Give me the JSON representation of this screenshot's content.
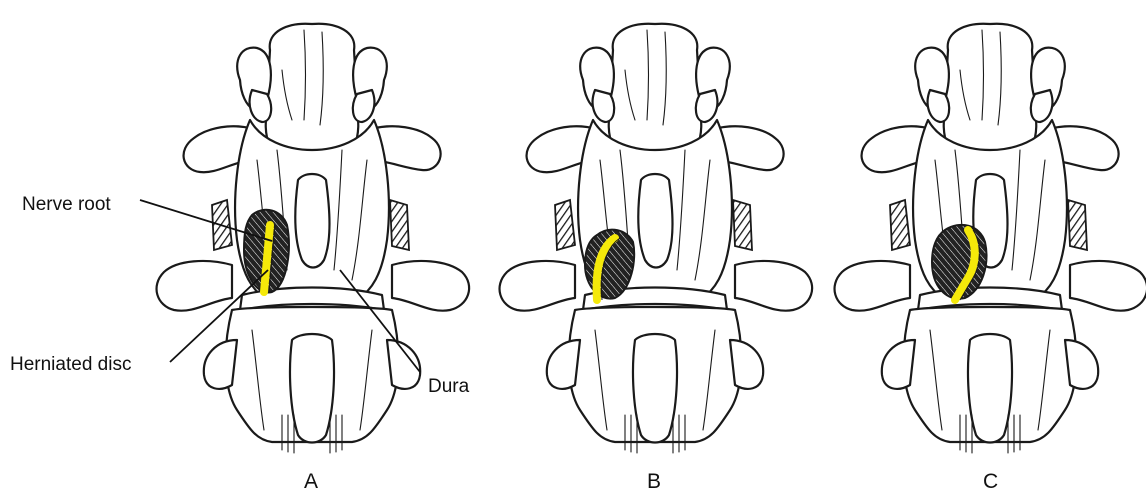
{
  "labels": {
    "nerve_root": "Nerve root",
    "herniated_disc": "Herniated disc",
    "dura": "Dura"
  },
  "panels": [
    {
      "letter": "A",
      "root_shape": "straight"
    },
    {
      "letter": "B",
      "root_shape": "curved"
    },
    {
      "letter": "C",
      "root_shape": "s-curve"
    }
  ],
  "colors": {
    "nerve_root": "#f5e90a",
    "ink": "#1a1a1a",
    "background": "#ffffff"
  }
}
